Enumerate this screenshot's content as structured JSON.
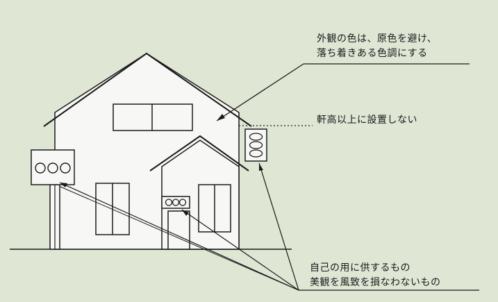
{
  "annotations": {
    "color_note": {
      "line1": "外観の色は、原色を避け、",
      "line2": "落ち着きある色調にする"
    },
    "eave_note": "軒高以上に設置しない",
    "sign_note": {
      "line1": "自己の用に供するもの",
      "line2": "美観を風致を損なわないもの"
    }
  },
  "signs": {
    "pole_sign": "OOO",
    "door_sign": "OOO"
  },
  "colors": {
    "background": "#dfe6d4",
    "house_fill": "#f7f7f5",
    "line": "#1a1a1a"
  }
}
